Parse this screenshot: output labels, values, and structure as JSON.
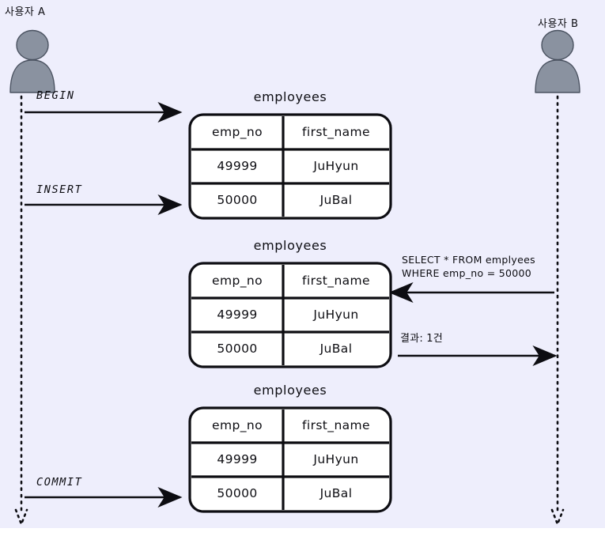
{
  "diagram": {
    "title": "MySQL transaction isolation sequence diagram",
    "background_color": "#eeeefc",
    "stroke_color": "#0d0d12",
    "actor_fill": "#8a92a0",
    "table_fill": "#ffffff"
  },
  "actors": [
    {
      "id": "user-a",
      "label": "사용자 A",
      "side": "left"
    },
    {
      "id": "user-b",
      "label": "사용자 B",
      "side": "right"
    }
  ],
  "messages": [
    {
      "id": "begin",
      "label": "BEGIN",
      "direction": "right",
      "from": "user-a",
      "to": "table"
    },
    {
      "id": "insert",
      "label": "INSERT",
      "direction": "right",
      "from": "user-a",
      "to": "table"
    },
    {
      "id": "select",
      "label": "SELECT * FROM emplyees\nWHERE emp_no = 50000",
      "line1": "SELECT * FROM emplyees",
      "line2": "WHERE emp_no = 50000",
      "direction": "left",
      "from": "user-b",
      "to": "table"
    },
    {
      "id": "result",
      "label": "결과: 1건",
      "direction": "right",
      "from": "table",
      "to": "user-b"
    },
    {
      "id": "commit",
      "label": "COMMIT",
      "direction": "right",
      "from": "user-a",
      "to": "table"
    }
  ],
  "tables": [
    {
      "id": "table-1",
      "title": "employees",
      "columns": [
        "emp_no",
        "first_name"
      ],
      "rows": [
        [
          "49999",
          "JuHyun"
        ],
        [
          "50000",
          "JuBal"
        ]
      ]
    },
    {
      "id": "table-2",
      "title": "employees",
      "columns": [
        "emp_no",
        "first_name"
      ],
      "rows": [
        [
          "49999",
          "JuHyun"
        ],
        [
          "50000",
          "JuBal"
        ]
      ]
    },
    {
      "id": "table-3",
      "title": "employees",
      "columns": [
        "emp_no",
        "first_name"
      ],
      "rows": [
        [
          "49999",
          "JuHyun"
        ],
        [
          "50000",
          "JuBal"
        ]
      ]
    }
  ]
}
